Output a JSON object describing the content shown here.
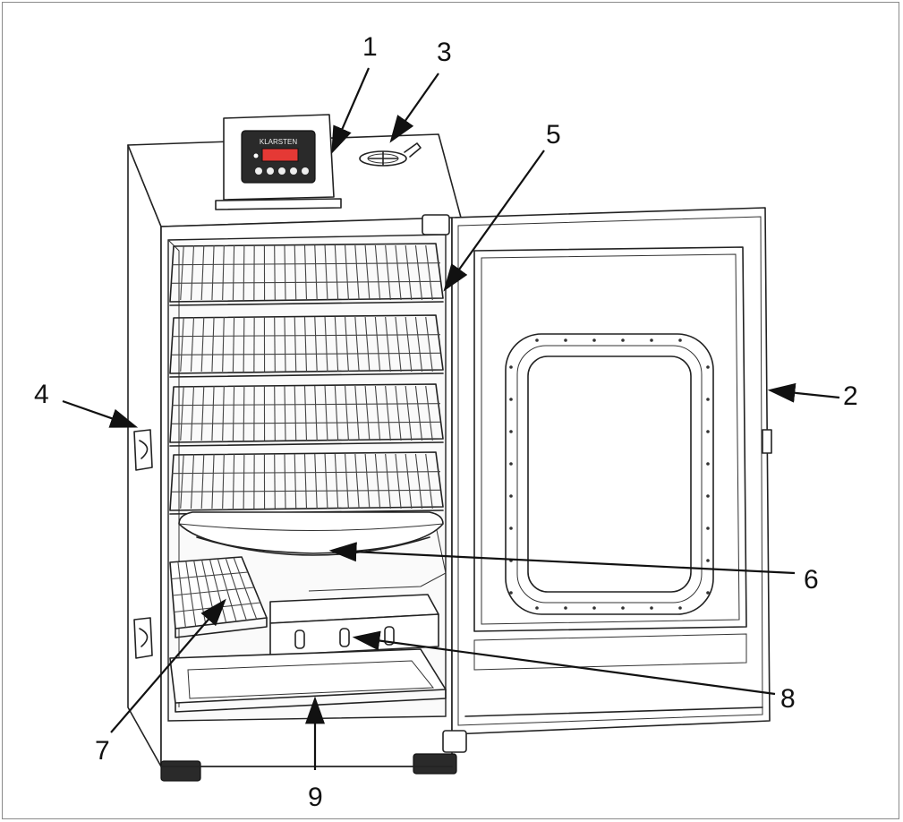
{
  "panel_brand": "KLARSTEN",
  "display_text": "",
  "callouts": [
    {
      "id": "1",
      "label": "1"
    },
    {
      "id": "2",
      "label": "2"
    },
    {
      "id": "3",
      "label": "3"
    },
    {
      "id": "4",
      "label": "4"
    },
    {
      "id": "5",
      "label": "5"
    },
    {
      "id": "6",
      "label": "6"
    },
    {
      "id": "7",
      "label": "7"
    },
    {
      "id": "8",
      "label": "8"
    },
    {
      "id": "9",
      "label": "9"
    }
  ],
  "colors": {
    "line": "#222222",
    "display": "#e53935",
    "panel": "#2a2a2a"
  }
}
